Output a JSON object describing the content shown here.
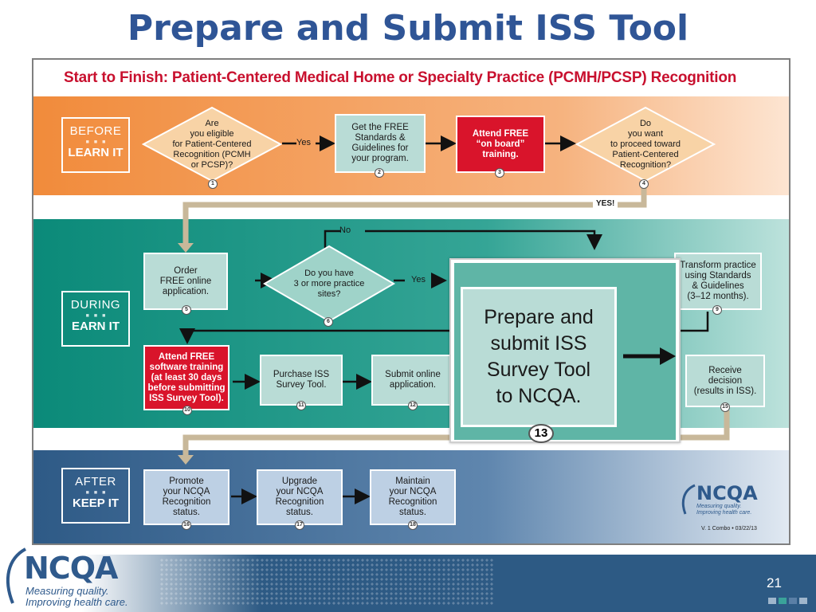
{
  "slide": {
    "title": "Prepare and Submit ISS Tool",
    "page_number": "21"
  },
  "diagram": {
    "title": "Start to Finish: Patient-Centered Medical Home or Specialty Practice (PCMH/PCSP) Recognition",
    "phases": [
      {
        "line1": "BEFORE",
        "line2": "LEARN IT"
      },
      {
        "line1": "DURING",
        "line2": "EARN IT"
      },
      {
        "line1": "AFTER",
        "line2": "KEEP IT"
      }
    ],
    "steps": [
      {
        "n": "1",
        "text": "Are\nyou eligible\nfor Patient-Centered\nRecognition (PCMH\nor PCSP)?"
      },
      {
        "n": "2",
        "text": "Get the FREE\nStandards &\nGuidelines for\nyour program."
      },
      {
        "n": "3",
        "text": "Attend FREE\n“on board”\ntraining."
      },
      {
        "n": "4",
        "text": "Do\nyou want\nto proceed toward\nPatient-Centered\nRecognition?"
      },
      {
        "n": "5",
        "text": "Order\nFREE online\napplication."
      },
      {
        "n": "6",
        "text": "Do you have\n3 or more practice\nsites?"
      },
      {
        "n": "9",
        "text": "Transform practice\nusing Standards\n& Guidelines\n(3–12 months)."
      },
      {
        "n": "10",
        "text": "Attend FREE\nsoftware training\n(at least 30 days\nbefore submitting\nISS Survey Tool)."
      },
      {
        "n": "11",
        "text": "Purchase ISS\nSurvey Tool."
      },
      {
        "n": "12",
        "text": "Submit online\napplication."
      },
      {
        "n": "15",
        "text": "Receive\ndecision\n(results in ISS)."
      },
      {
        "n": "16",
        "text": "Promote\nyour NCQA\nRecognition\nstatus."
      },
      {
        "n": "17",
        "text": "Upgrade\nyour NCQA\nRecognition\nstatus."
      },
      {
        "n": "18",
        "text": "Maintain\nyour NCQA\nRecognition\nstatus."
      }
    ],
    "labels": {
      "yes": "Yes",
      "yes_caps": "YES!",
      "no": "No"
    },
    "zoom": {
      "n": "13",
      "text": "Prepare and\nsubmit ISS\nSurvey Tool\nto NCQA."
    },
    "inner_logo": {
      "name": "NCQA",
      "tagline": "Measuring quality.\nImproving health care."
    },
    "version": "V. 1 Combo • 03/22/13"
  },
  "logo": {
    "name": "NCQA",
    "tagline": "Measuring quality.\nImproving health care."
  },
  "colors": {
    "title": "#2f5596",
    "red_box": "#d9142b",
    "teal_box": "#b9dcd6",
    "blue_box": "#bdd0e4",
    "before_band": "#f18b3b",
    "during_band": "#0b8a79",
    "after_band": "#2e5a86",
    "footer": "#2d5a84"
  },
  "icons": [
    "arrow-right-icon",
    "ncqa-swoosh-icon"
  ]
}
